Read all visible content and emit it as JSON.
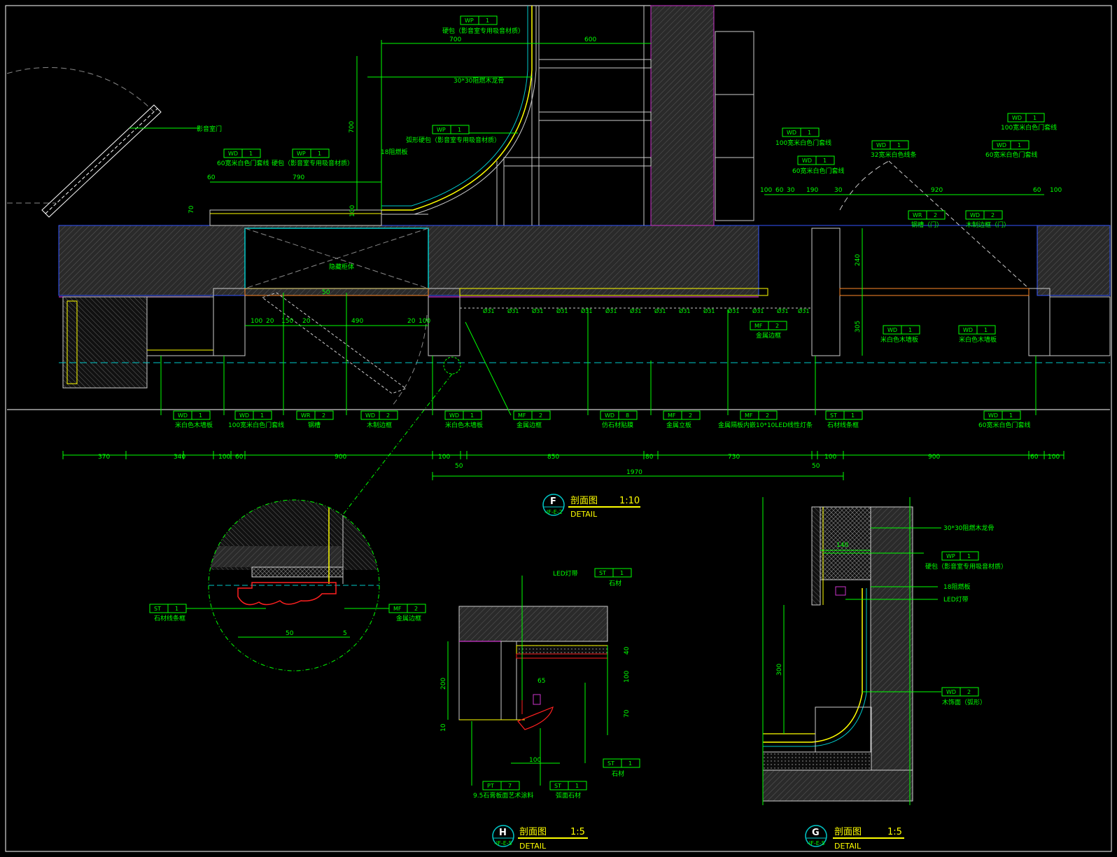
{
  "colors": {
    "background": "#000000",
    "dimension": "#00ff00",
    "title": "#ffff00",
    "outline": "#ffffff",
    "wall": "#4b4b4b",
    "blue": "#3355ff",
    "magenta": "#cc33cc",
    "cyan": "#00c8c8",
    "red": "#ff2020",
    "orange": "#ff8a2a"
  },
  "labels": {
    "shadow_door": "影音室门",
    "soft_pack_top": "硬包（影音室专用吸音材质）",
    "wood_keel": "30*30阻燃木龙骨",
    "arc_soft_pack": "弧形硬包（影音室专用吸音材质）",
    "board_18": "18阻燃板",
    "door_trim_60": "60宽米白色门套线",
    "soft_pack_left": "硬包（影音室专用吸音材质）",
    "door_trim_100_right": "100宽米白色门套线",
    "door_trim_60_right": "60宽米白色门套线",
    "trim_32": "32宽米白色线条",
    "door_trim_100_far": "100宽米白色门套线",
    "door_trim_60_far": "60宽米白色门套线",
    "sliding_door": "钢槽（门）",
    "wood_edge_door": "木制边框（门）",
    "hidden_cabinet": "隐藏柜体",
    "metal_frame": "金属边框",
    "wall_panel_1": "米白色木墙板",
    "wall_panel_2": "米白色木墙板",
    "bottom_1": "米白色木墙板",
    "bottom_2": "100宽米白色门套线",
    "bottom_3": "钢槽",
    "bottom_4": "木制边框",
    "bottom_5": "米白色木墙板",
    "bottom_6": "金属边框",
    "bottom_7": "仿石材贴膜",
    "bottom_8": "金属立板",
    "bottom_9": "金属隔板内嵌10*10LED线性灯条",
    "bottom_10": "石材线条框",
    "bottom_11": "60宽米白色门套线",
    "stone_trim": "石材线条框",
    "metal_frame_detail": "金属边框",
    "led_strip": "LED灯带",
    "stone": "石材",
    "stone_2": "石材",
    "arc_stone": "弧面石材",
    "art_paint": "9.5石膏板面艺术涂料",
    "g_keel": "30*30阻燃木龙骨",
    "g_soft": "硬包（影音室专用吸音材质）",
    "g_board": "18阻燃板",
    "g_led": "LED灯带",
    "g_veneer": "木饰面（弧形）"
  },
  "tags": {
    "wp1": "WP",
    "wp1n": "1",
    "wd": "WD",
    "wr": "WR",
    "mf": "MF",
    "st": "ST",
    "pt": "PT",
    "n1": "1",
    "n2": "2",
    "n7": "7",
    "n8": "8"
  },
  "dims": {
    "d700a": "700",
    "d600": "600",
    "d700v": "700",
    "d790": "790",
    "d60a": "60",
    "d70a": "70",
    "d100v": "100",
    "d100a": "100",
    "d60b": "60",
    "d30a": "30",
    "d190": "190",
    "d30b": "30",
    "d920": "920",
    "d60c": "60",
    "d100b": "100",
    "d240": "240",
    "d305": "305",
    "d50s": "50",
    "r100": "100",
    "r20a": "20",
    "r150": "150",
    "r20b": "20",
    "r490": "490",
    "r20c": "20",
    "r100b": "100",
    "b370": "370",
    "b340": "340",
    "b100": "100",
    "b60": "60",
    "b900": "900",
    "b100b": "100",
    "b50": "50",
    "b850": "850",
    "b80": "80",
    "b730": "730",
    "b50b": "50",
    "b100c": "100",
    "b900b": "900",
    "b60b": "60",
    "b100d": "100",
    "b1970": "1970",
    "c50": "50",
    "c5": "5",
    "h40": "40",
    "h65": "65",
    "h200": "200",
    "h100": "100",
    "h70": "70",
    "h10": "10",
    "h100b": "100",
    "g140": "140",
    "g300": "300"
  },
  "titles": {
    "f_letter": "F",
    "f_sub": "-IF-E-2",
    "f_name": "剖面图",
    "f_scale": "1:10",
    "f_detail": "DETAIL",
    "h_letter": "H",
    "h_sub": "-IF-E-5",
    "h_name": "剖面图",
    "h_scale": "1:5",
    "h_detail": "DETAIL",
    "g_letter": "G",
    "g_sub": "-IF-E-5",
    "g_name": "剖面图",
    "g_scale": "1:5",
    "g_detail": "DETAIL"
  },
  "led_marks": [
    "Ø31",
    "Ø31",
    "Ø31",
    "Ø31",
    "Ø31",
    "Ø31",
    "Ø31",
    "Ø31",
    "Ø31",
    "Ø31",
    "Ø31",
    "Ø31",
    "Ø31",
    "Ø31"
  ]
}
